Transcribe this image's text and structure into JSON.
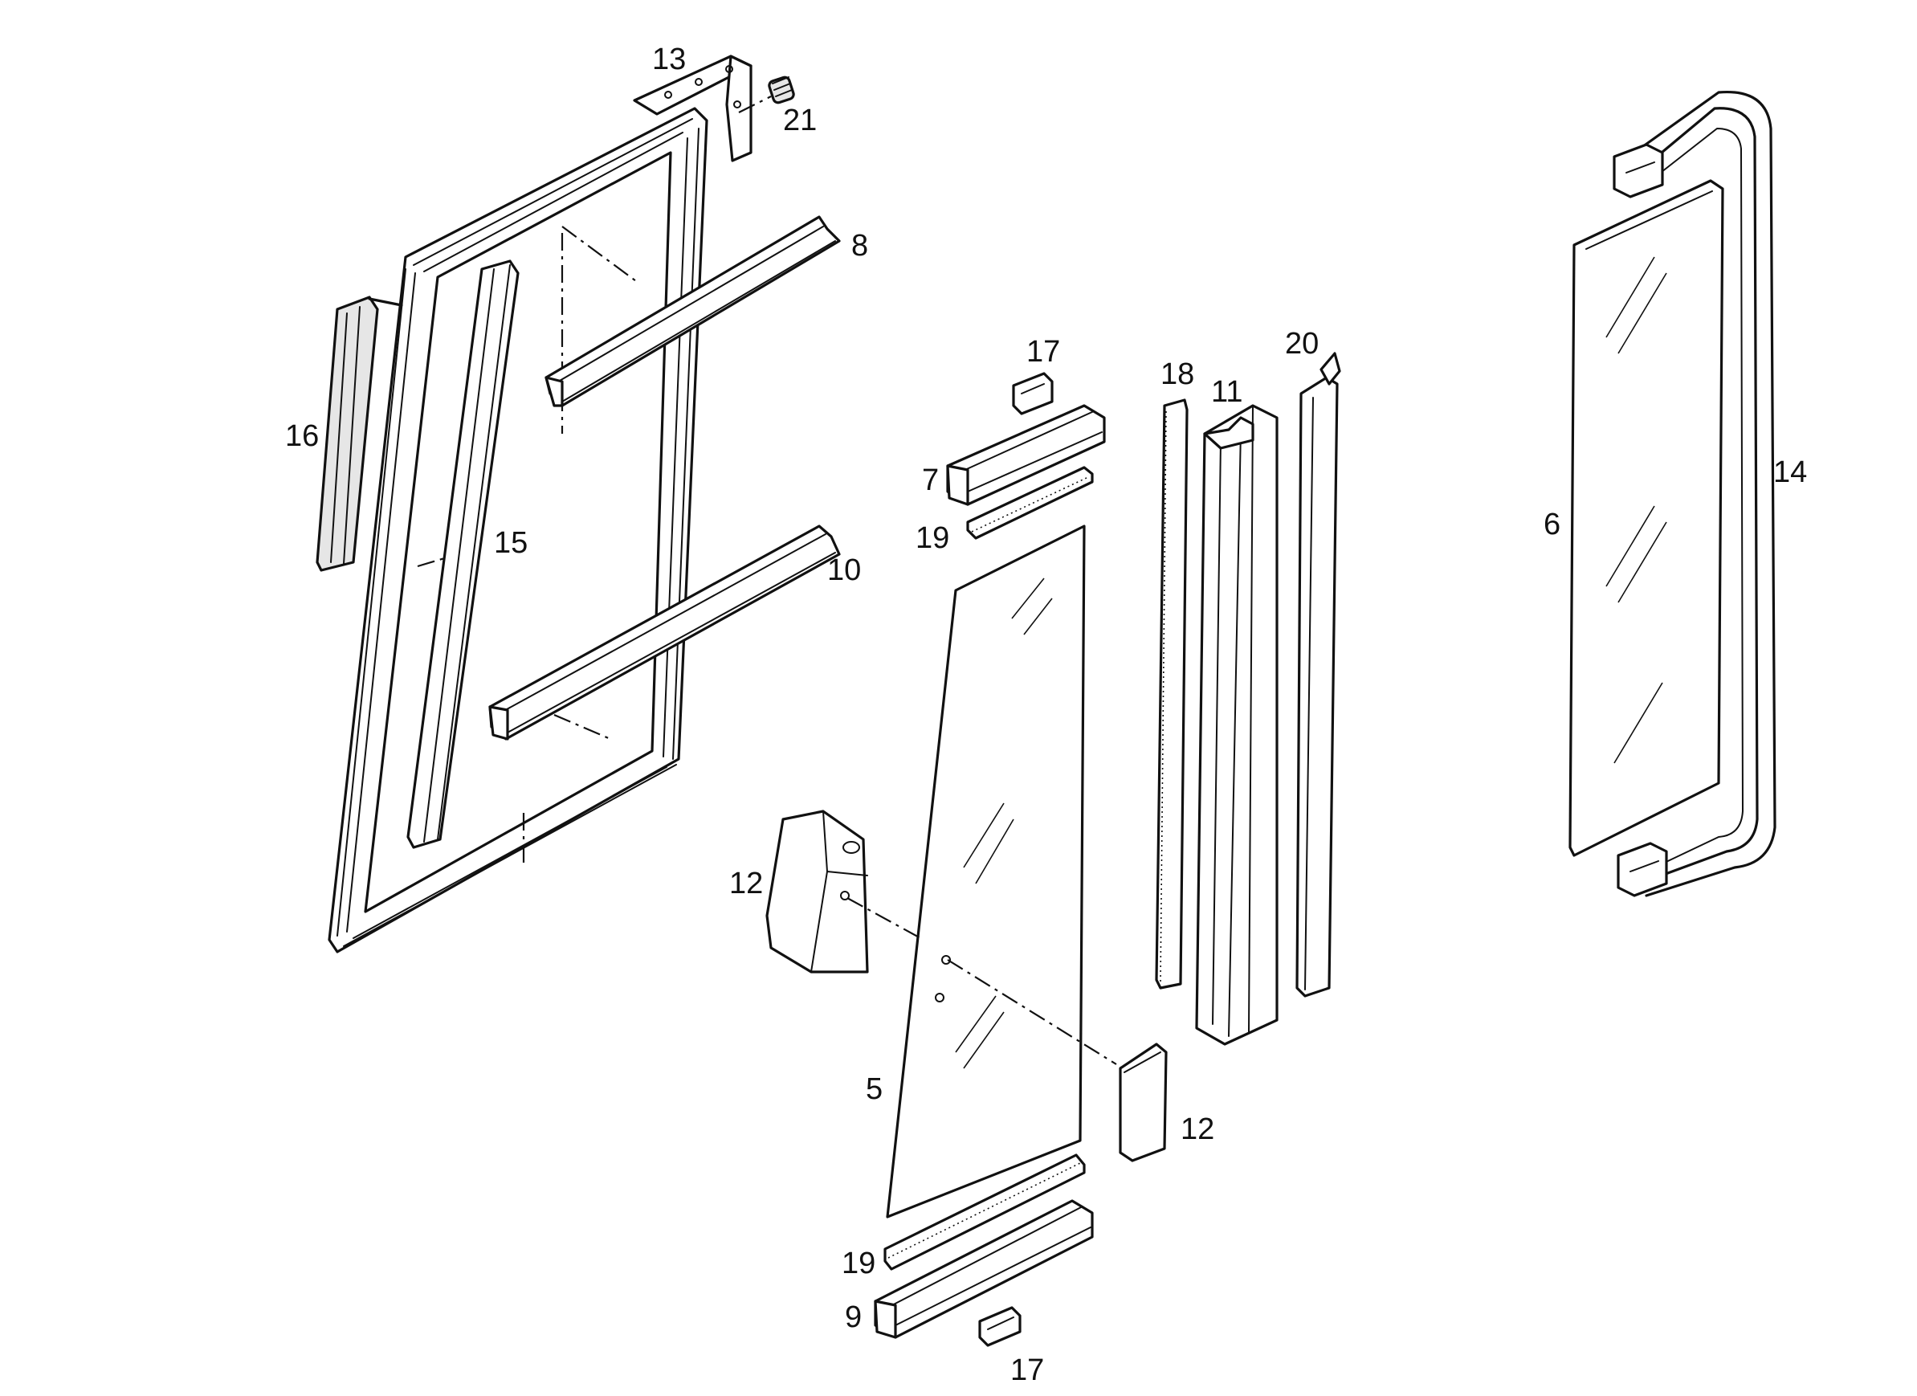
{
  "diagram": {
    "labels": {
      "p13": "13",
      "p21": "21",
      "p8": "8",
      "p16": "16",
      "p15": "15",
      "p10": "10",
      "p17_top": "17",
      "p7": "7",
      "p19_top": "19",
      "p18": "18",
      "p11": "11",
      "p20": "20",
      "p12_left": "12",
      "p12_right": "12",
      "p5": "5",
      "p19_bottom": "19",
      "p9": "9",
      "p17_bottom": "17",
      "p6": "6",
      "p14": "14"
    }
  }
}
